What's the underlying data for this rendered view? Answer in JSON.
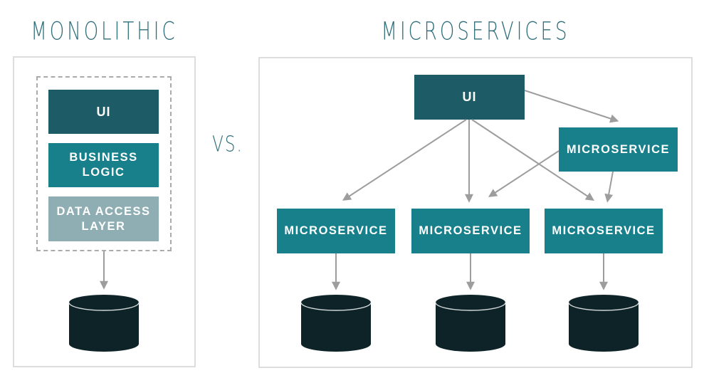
{
  "titles": {
    "monolithic": "MONOLITHIC",
    "versus": "VS.",
    "microservices": "MICROSERVICES"
  },
  "monolithic_panel": {
    "layers": [
      {
        "label": "UI"
      },
      {
        "label": "BUSINESS LOGIC"
      },
      {
        "label": "DATA ACCESS LAYER"
      }
    ],
    "database_count": 1
  },
  "microservices_panel": {
    "ui_label": "UI",
    "service_labels": [
      "MICROSERVICE",
      "MICROSERVICE",
      "MICROSERVICE",
      "MICROSERVICE"
    ],
    "database_count": 3
  },
  "connections": [
    {
      "from": "monolith",
      "to": "monolith-database"
    },
    {
      "from": "ui-node",
      "to": "microservice-node-right"
    },
    {
      "from": "ui-node",
      "to": "microservice-node-1"
    },
    {
      "from": "ui-node",
      "to": "microservice-node-2"
    },
    {
      "from": "ui-node",
      "to": "microservice-node-3"
    },
    {
      "from": "microservice-node-right",
      "to": "microservice-node-2"
    },
    {
      "from": "microservice-node-right",
      "to": "microservice-node-3"
    },
    {
      "from": "microservice-node-1",
      "to": "database-1"
    },
    {
      "from": "microservice-node-2",
      "to": "database-2"
    },
    {
      "from": "microservice-node-3",
      "to": "database-3"
    }
  ],
  "colors": {
    "title_teal": "#2E6E79",
    "dark_teal": "#1D5B66",
    "teal": "#17808B",
    "muted_teal": "#8FAEB3",
    "database_dark": "#0D2328",
    "arrow_gray": "#9D9D9D",
    "dashed_border": "#ABABAB",
    "panel_border": "#DDDDDD",
    "label_white": "#FFFFFF"
  }
}
